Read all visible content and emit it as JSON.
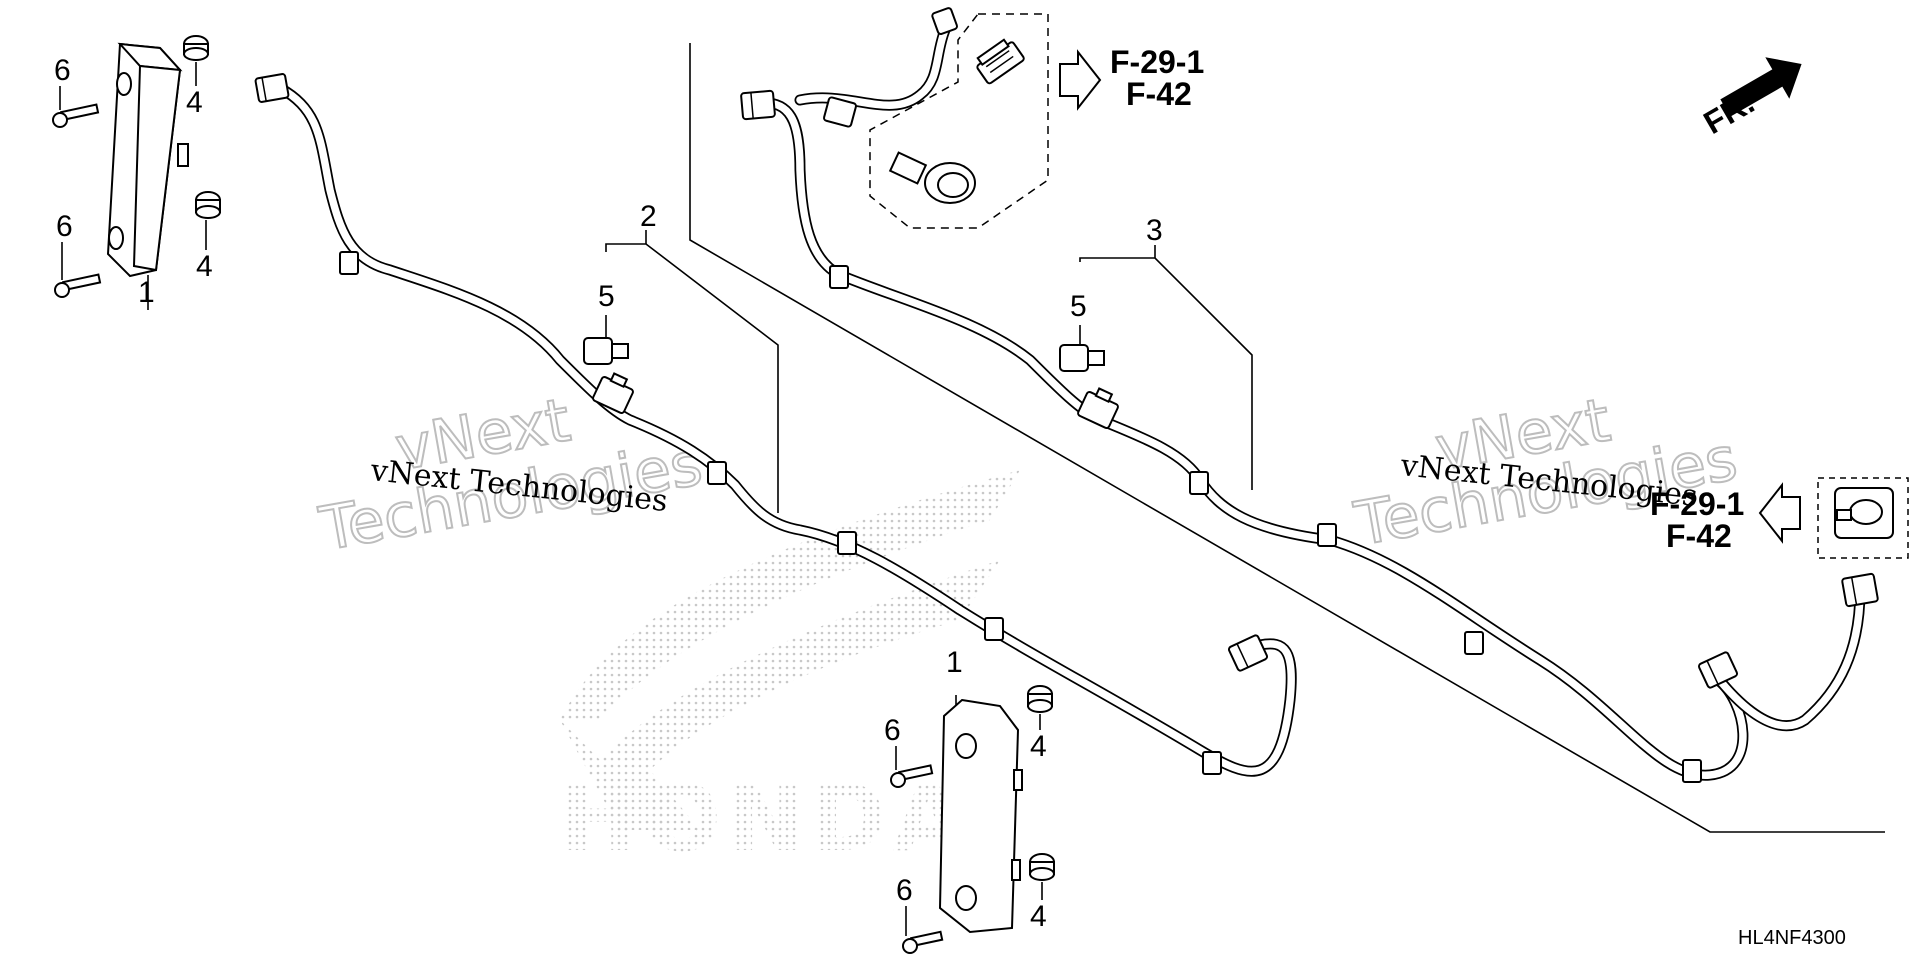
{
  "diagram_code": "HL4NF4300",
  "front_label": "FR.",
  "callouts": {
    "c1_top": "1",
    "c1_bottom": "1",
    "c2": "2",
    "c3": "3",
    "c4_a": "4",
    "c4_b": "4",
    "c4_c": "4",
    "c4_d": "4",
    "c5_a": "5",
    "c5_b": "5",
    "c6_a": "6",
    "c6_b": "6",
    "c6_c": "6",
    "c6_d": "6"
  },
  "references": {
    "top": {
      "line1": "F-29-1",
      "line2": "F-42"
    },
    "right": {
      "line1": "F-29-1",
      "line2": "F-42"
    }
  },
  "watermarks": {
    "left_small": "vNext Technologies",
    "left_big_1": "vNext",
    "left_big_2": "Technologies",
    "right_small": "vNext Technologies",
    "right_big_1": "vNext",
    "right_big_2": "Technologies",
    "brand": "HONDA"
  },
  "colors": {
    "line": "#000000",
    "watermark": "#bdbdbd",
    "background": "#ffffff"
  }
}
